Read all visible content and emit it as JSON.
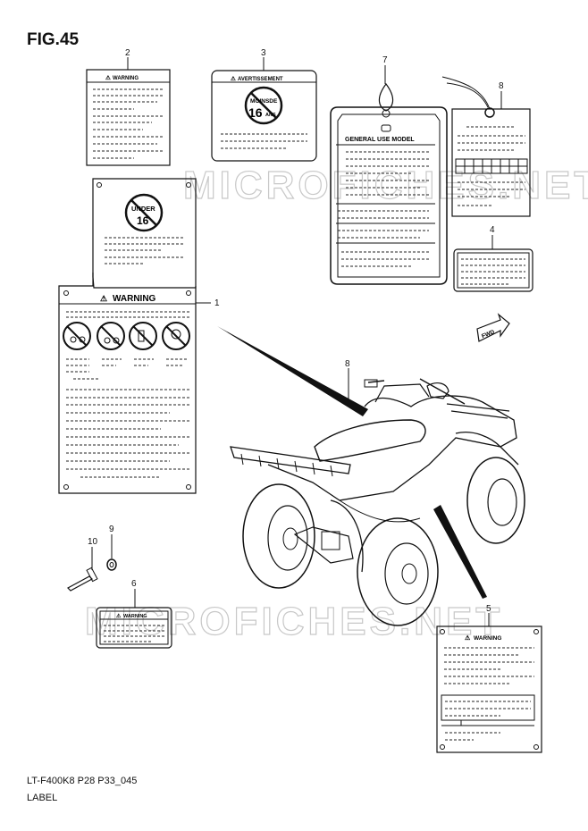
{
  "figure": {
    "title": "FIG.45"
  },
  "footer": {
    "code": "LT-F400K8 P28 P33_045",
    "caption": "LABEL"
  },
  "watermark": "MICROFICHES.NET",
  "parts": [
    {
      "number": "1",
      "heading": "WARNING"
    },
    {
      "number": "2",
      "heading": "WARNING"
    },
    {
      "number": "3",
      "heading": "AVERTISSEMENT",
      "badge_top": "MOINSDE",
      "badge_num": "16",
      "badge_unit": "ANS"
    },
    {
      "number": "4"
    },
    {
      "number": "5",
      "heading": "WARNING"
    },
    {
      "number": "6",
      "heading": "WARNING"
    },
    {
      "number": "7",
      "heading": "GENERAL USE MODEL"
    },
    {
      "number": "8"
    },
    {
      "number": "9"
    },
    {
      "number": "10"
    },
    {
      "number": "8"
    }
  ],
  "under16": {
    "top": "UNDER",
    "num": "16"
  },
  "fwd_arrow": "FWD"
}
